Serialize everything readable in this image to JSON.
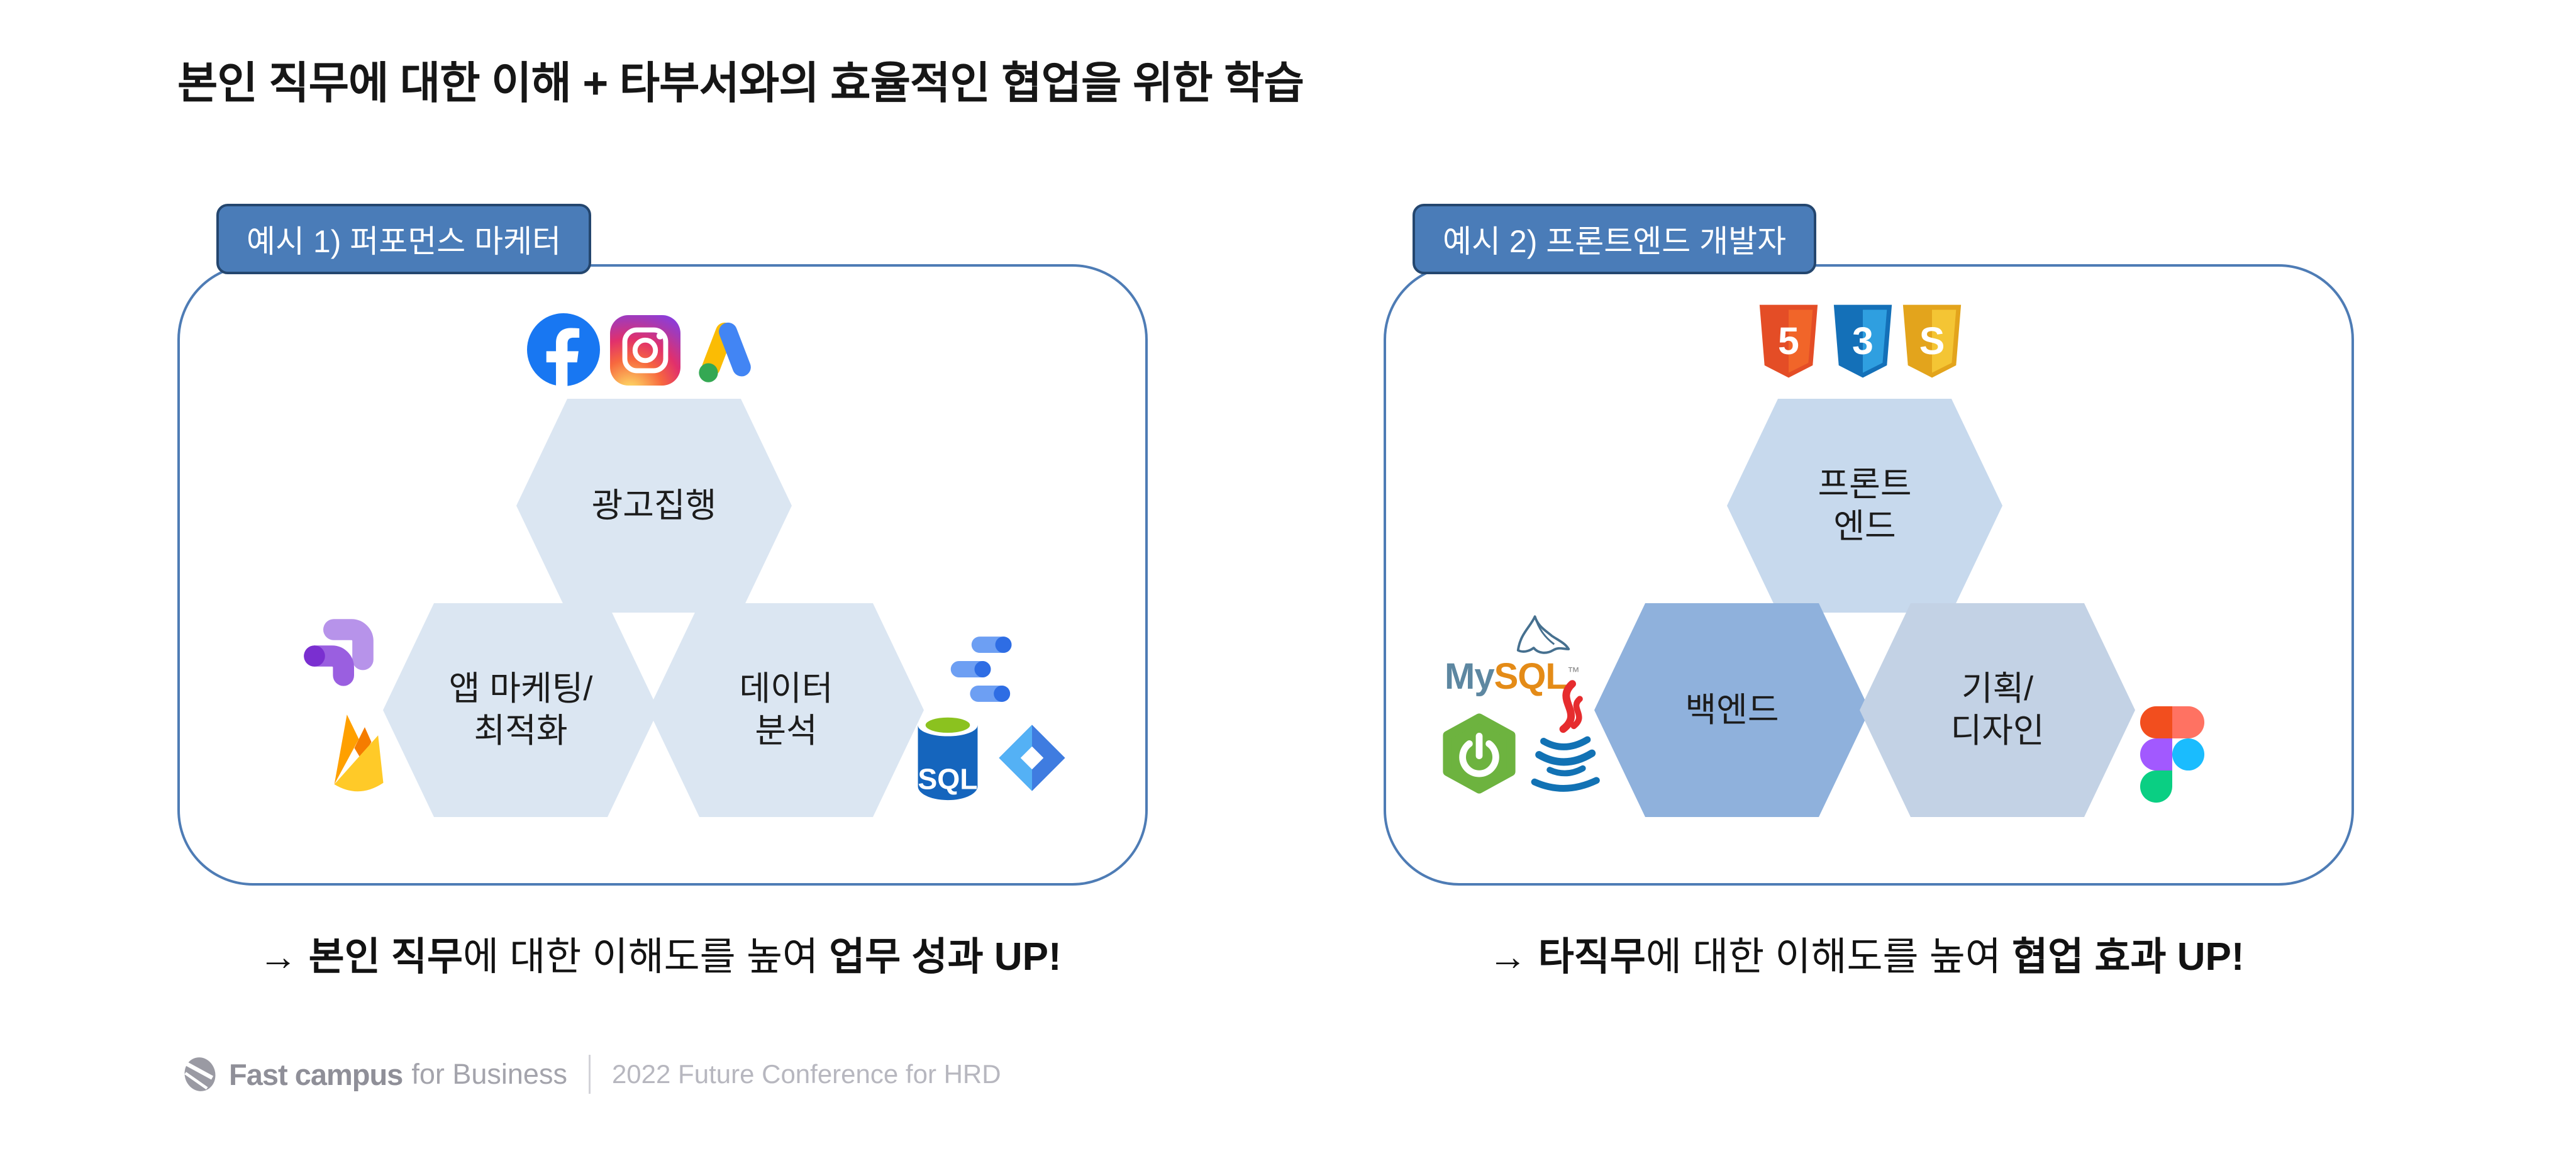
{
  "title": "본인 직무에 대한 이해 + 타부서와의 효율적인 협업을 위한 학습",
  "colors": {
    "panel_border": "#4e7cb5",
    "label_fill": "#4a7cb8",
    "label_border": "#24466e",
    "hex_light": "#dbe6f2",
    "hex_front": "#c7d9ed",
    "hex_back": "#8fb1dc",
    "hex_plan": "#c3d2e5"
  },
  "panel1": {
    "label": "예시 1) 퍼포먼스 마케터",
    "hex_top": {
      "line1": "광고집행"
    },
    "hex_bottom_left": {
      "line1": "앱 마케팅/",
      "line2": "최적화"
    },
    "hex_bottom_right": {
      "line1": "데이터",
      "line2": "분석"
    },
    "icons": [
      "facebook",
      "instagram",
      "google-ads",
      "app-attribution",
      "firebase",
      "looker-studio",
      "azure-sql",
      "google-tag-manager"
    ],
    "sql_label": "SQL",
    "caption": {
      "arrow": "→ ",
      "bold1": "본인 직무",
      "mid": "에 대한 이해도를 높여 ",
      "bold2": "업무 성과 UP!"
    }
  },
  "panel2": {
    "label": "예시 2) 프론트엔드 개발자",
    "hex_top": {
      "line1": "프론트",
      "line2": "엔드"
    },
    "hex_bottom_left": {
      "line1": "백엔드"
    },
    "hex_bottom_right": {
      "line1": "기획/",
      "line2": "디자인"
    },
    "icons": [
      "html5",
      "css3",
      "javascript-shield",
      "mysql",
      "spring",
      "java",
      "figma"
    ],
    "shield_html5": "5",
    "shield_css3": "3",
    "shield_js": "S",
    "mysql_my": "My",
    "mysql_sql": "SQL",
    "mysql_tm": "™",
    "caption": {
      "arrow": "→ ",
      "bold1": "타직무",
      "mid": "에 대한 이해도를 높여 ",
      "bold2": "협업 효과 UP!"
    }
  },
  "footer": {
    "brand_bold": "Fast campus",
    "brand_light": "for Business",
    "event": "2022 Future Conference for HRD"
  }
}
